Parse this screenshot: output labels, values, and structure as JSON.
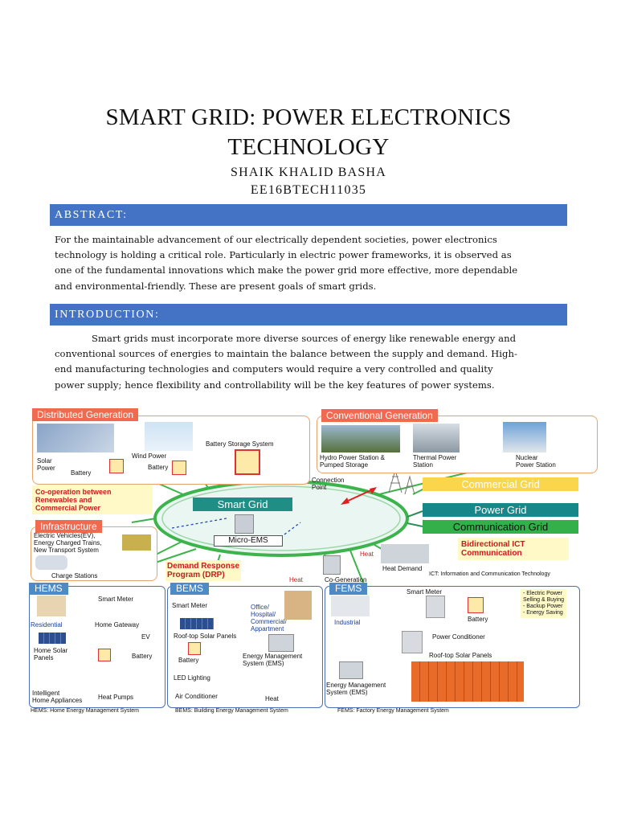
{
  "title": {
    "line1": "SMART GRID: POWER ELECTRONICS",
    "line2": "TECHNOLOGY"
  },
  "author": {
    "name": "SHAIK KHALID BASHA",
    "id": "EE16BTECH11035"
  },
  "sections": {
    "abstract": {
      "heading": "ABSTRACT:",
      "lines": [
        "For the maintainable advancement of our electrically dependent societies, power electronics",
        "technology is holding a critical role. Particularly in electric power frameworks, it is observed as",
        "one of the fundamental innovations which make the power grid more effective, more dependable",
        "and environmental-friendly. These are present goals of smart grids."
      ]
    },
    "introduction": {
      "heading": "INTRODUCTION:",
      "lines": [
        "Smart grids must incorporate more diverse sources of energy like renewable energy and",
        "conventional sources of energies to maintain the balance between the supply and demand. High-",
        "end manufacturing technologies and computers would require a very controlled and quality",
        "power supply; hence flexibility and controllability will be the key features of power systems."
      ]
    }
  },
  "diagram": {
    "distributed_generation": "Distributed Generation",
    "conventional_generation": "Conventional Generation",
    "solar_power_l1": "Solar",
    "solar_power_l2": "Power",
    "battery_a": "Battery",
    "wind_power": "Wind Power",
    "battery_b": "Battery",
    "battery_storage_system": "Battery Storage System",
    "hydro_l1": "Hydro Power Station &",
    "hydro_l2": "Pumped Storage",
    "thermal_l1": "Thermal Power",
    "thermal_l2": "Station",
    "nuclear_l1": "Nuclear",
    "nuclear_l2": "Power Station",
    "connection_l1": "Connection",
    "connection_l2": "Point",
    "cooperation_l1": "Co-operation between",
    "cooperation_l2": "Renewables and",
    "cooperation_l3": "Commercial Power",
    "smart_grid": "Smart Grid",
    "micro_ems": "Micro-EMS",
    "commercial_grid": "Commercial Grid",
    "power_grid": "Power Grid",
    "communication_grid": "Communication Grid",
    "bidirectional_l1": "Bidirectional ICT",
    "bidirectional_l2": "Communication",
    "infrastructure": "Infrastructure",
    "ev_l1": "Electric Vehicles(EV),",
    "ev_l2": "Energy Charged Trains,",
    "ev_l3": "New Transport System",
    "charge_stations": "Charge Stations",
    "drp_l1": "Demand Response",
    "drp_l2": "Program (DRP)",
    "heat_a": "Heat",
    "heat_b": "Heat",
    "cogeneration": "Co-Generation",
    "heat_demand": "Heat Demand",
    "ict_note": "ICT: Information and Communication Technology",
    "hems": "HEMS",
    "bems": "BEMS",
    "fems": "FEMS",
    "smart_meter_h": "Smart Meter",
    "residential": "Residential",
    "home_gateway": "Home Gateway",
    "ev": "EV",
    "home_solar_l1": "Home Solar",
    "home_solar_l2": "Panels",
    "battery_h": "Battery",
    "intelligent_l1": "Intelligent",
    "intelligent_l2": "Home Appliances",
    "heat_pumps": "Heat Pumps",
    "smart_meter_b": "Smart Meter",
    "office_l1": "Office/",
    "office_l2": "Hospital/",
    "office_l3": "Commercial/",
    "office_l4": "Appartment",
    "rooftop_b": "Roof-top Solar Panels",
    "battery_b2": "Battery",
    "ems_b_l1": "Energy Management",
    "ems_b_l2": "System (EMS)",
    "led_lighting": "LED Lighting",
    "air_conditioner": "Air Conditioner",
    "heat_b2": "Heat",
    "smart_meter_f": "Smart Meter",
    "industrial": "Industrial",
    "battery_f": "Battery",
    "power_conditioner": "Power Conditioner",
    "rooftop_f": "Roof-top Solar Panels",
    "ems_f_l1": "Energy Management",
    "ems_f_l2": "System (EMS)",
    "side_l1": "- Electric Power",
    "side_l2": "  Selling & Buying",
    "side_l3": "- Backup Power",
    "side_l4": "- Energy Saving",
    "hems_note": "HEMS: Home Energy Management System",
    "bems_note": "BEMS: Building Energy Management System",
    "fems_note": "FEMS: Factory Energy Management System"
  }
}
